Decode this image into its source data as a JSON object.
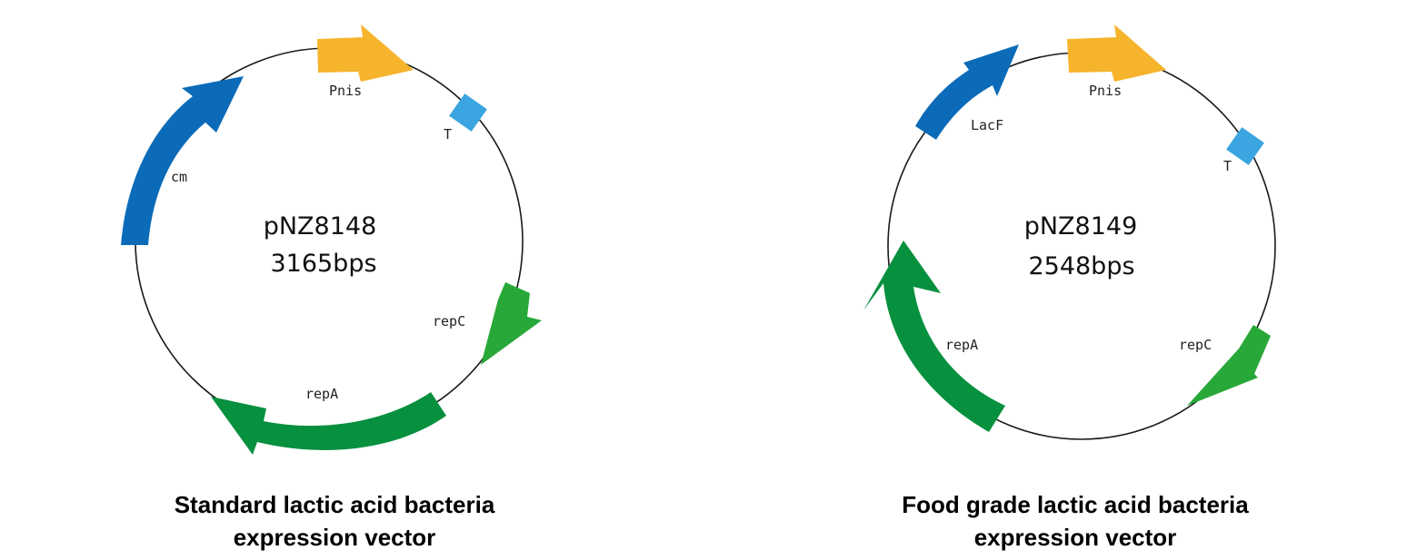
{
  "colors": {
    "circle": "#1a1a1a",
    "pnis": "#f6b42c",
    "terminator": "#3aa5e0",
    "cm": "#0b6bb8",
    "lacf": "#0b6bb8",
    "repc": "#28a838",
    "repa": "#07903e"
  },
  "plasmids": [
    {
      "name": "pNZ8148",
      "size": "3165bps",
      "features": {
        "pnis": "Pnis",
        "terminator": "T",
        "cm": "cm",
        "repc": "repC",
        "repa": "repA"
      },
      "caption": {
        "line1": "Standard lactic acid bacteria",
        "line2": "expression vector"
      }
    },
    {
      "name": "pNZ8149",
      "size": "2548bps",
      "features": {
        "pnis": "Pnis",
        "terminator": "T",
        "lacf": "LacF",
        "repc": "repC",
        "repa": "repA"
      },
      "caption": {
        "line1": "Food grade lactic acid bacteria",
        "line2": "expression vector"
      }
    }
  ]
}
